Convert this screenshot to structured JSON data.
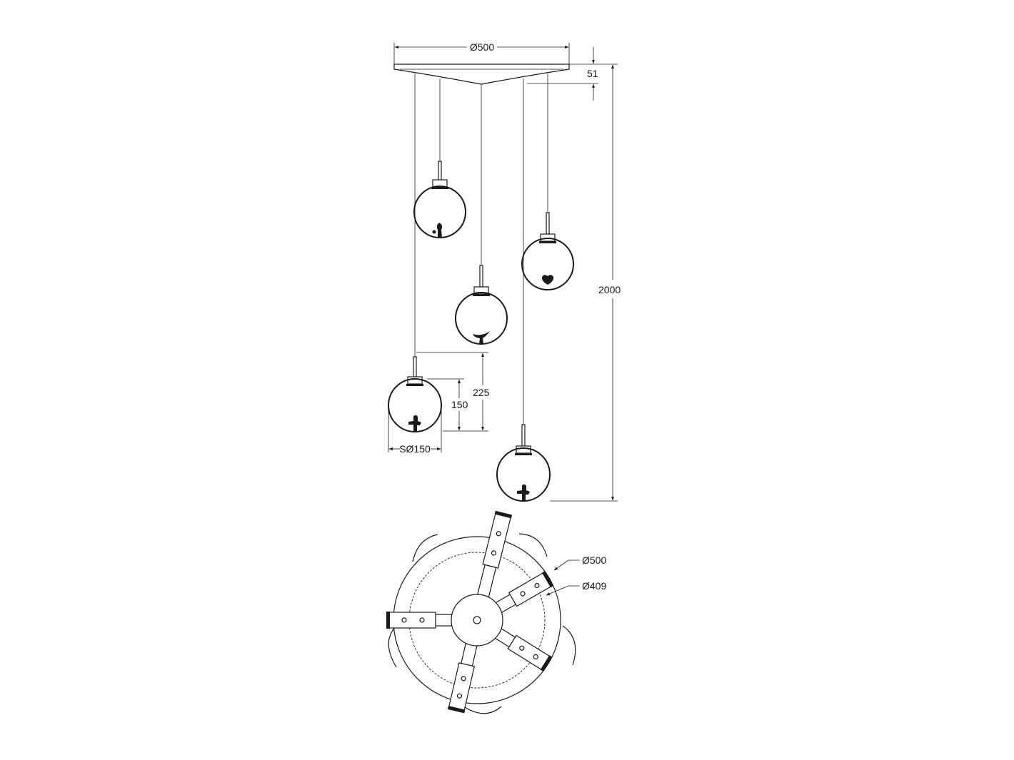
{
  "side_view": {
    "canopy_diameter_label": "Ø500",
    "canopy_height_label": "51",
    "overall_height_label": "2000",
    "shade_height_label": "225",
    "globe_height_label": "150",
    "globe_diameter_label": "SØ150"
  },
  "bottom_view": {
    "outer_diameter_label": "Ø500",
    "inner_diameter_label": "Ø409"
  }
}
